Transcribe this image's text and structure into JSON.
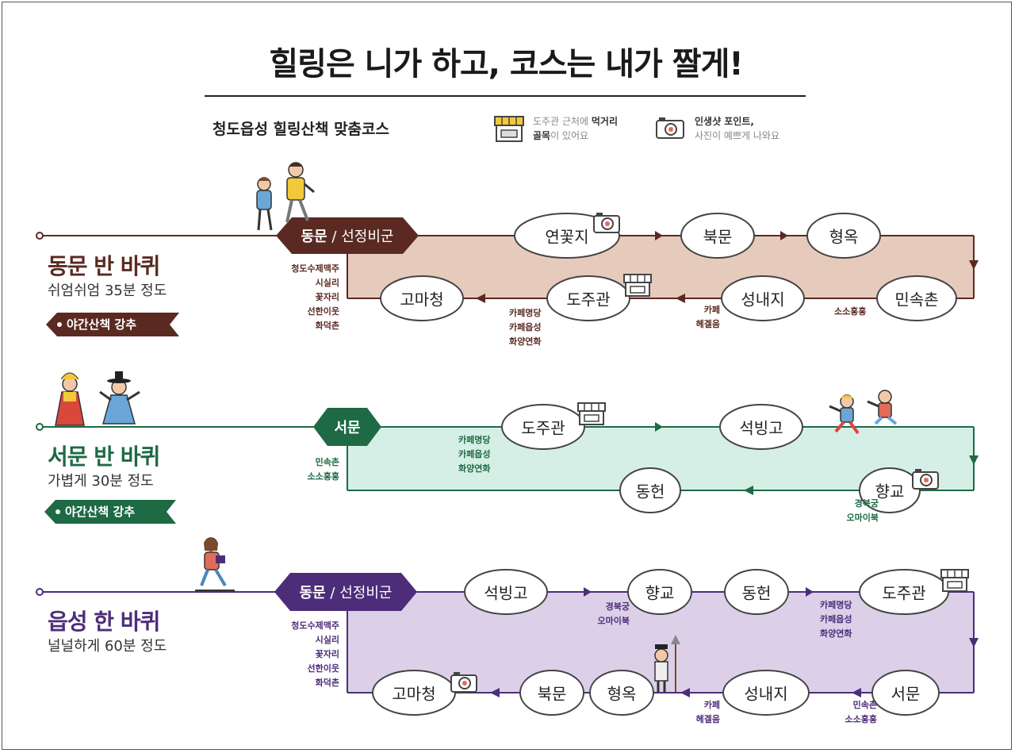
{
  "title": "힐링은 니가 하고, 코스는 내가 짤게!",
  "subtitle": "청도읍성 힐링산책 맞춤코스",
  "legend": {
    "food_line1_a": "도주관 근처에 ",
    "food_line1_b": "먹거리",
    "food_line2_a": "골목",
    "food_line2_b": "이 있어요",
    "photo_line1": "인생샷 포인트,",
    "photo_line2": "사진이 예쁘게 나와요"
  },
  "colors": {
    "route1": "#5a2a22",
    "route1_fill": "#e6cbbd",
    "route2": "#1e6a45",
    "route2_fill": "#d6efe6",
    "route3": "#4d2d7a",
    "route3_fill": "#dcd0e8"
  },
  "routes": [
    {
      "title": "동문 반 바퀴",
      "desc": "쉬엄쉬엄 35분 정도",
      "night": "야간산책 강추",
      "start": {
        "main": "동문",
        "sep": " / ",
        "sub": "선정비군"
      },
      "stations": [
        "연꽃지",
        "북문",
        "형옥",
        "민속촌",
        "성내지",
        "도주관",
        "고마청"
      ],
      "notes": {
        "start": [
          "청도수제맥주",
          "시실리",
          "꽃자리",
          "선한이웃",
          "화덕촌"
        ],
        "minsokchon": [
          "소소홍홍"
        ],
        "seongnaeji": [
          "카페",
          "헤겔음"
        ],
        "dojugwan": [
          "카페명당",
          "카페읍성",
          "화양연화"
        ]
      }
    },
    {
      "title": "서문 반 바퀴",
      "desc": "가볍게 30분 정도",
      "night": "야간산책 강추",
      "start": {
        "main": "서문"
      },
      "stations": [
        "도주관",
        "석빙고",
        "향교",
        "동헌"
      ],
      "notes": {
        "start": [
          "민속촌",
          "소소홍홍"
        ],
        "dojugwan": [
          "카페명당",
          "카페읍성",
          "화양연화"
        ],
        "hyanggyo": [
          "경북궁",
          "오마이북"
        ]
      }
    },
    {
      "title": "읍성 한 바퀴",
      "desc": "널널하게 60분 정도",
      "start": {
        "main": "동문",
        "sep": " / ",
        "sub": "선정비군"
      },
      "stations": [
        "석빙고",
        "향교",
        "동헌",
        "도주관",
        "서문",
        "성내지",
        "형옥",
        "북문",
        "고마청"
      ],
      "notes": {
        "start": [
          "청도수제맥주",
          "시실리",
          "꽃자리",
          "선한이웃",
          "화덕촌"
        ],
        "hyanggyo": [
          "경북궁",
          "오마이북"
        ],
        "dojugwan": [
          "카페명당",
          "카페읍성",
          "화양연화"
        ],
        "seomun": [
          "민속촌",
          "소소홍홍"
        ],
        "seongnaeji": [
          "카페",
          "헤겔음"
        ]
      }
    }
  ],
  "icons": [
    "shop-icon",
    "camera-icon",
    "walking-people-illustration",
    "hanbok-couple-illustration",
    "running-kids-illustration",
    "running-woman-illustration",
    "guard-illustration"
  ]
}
